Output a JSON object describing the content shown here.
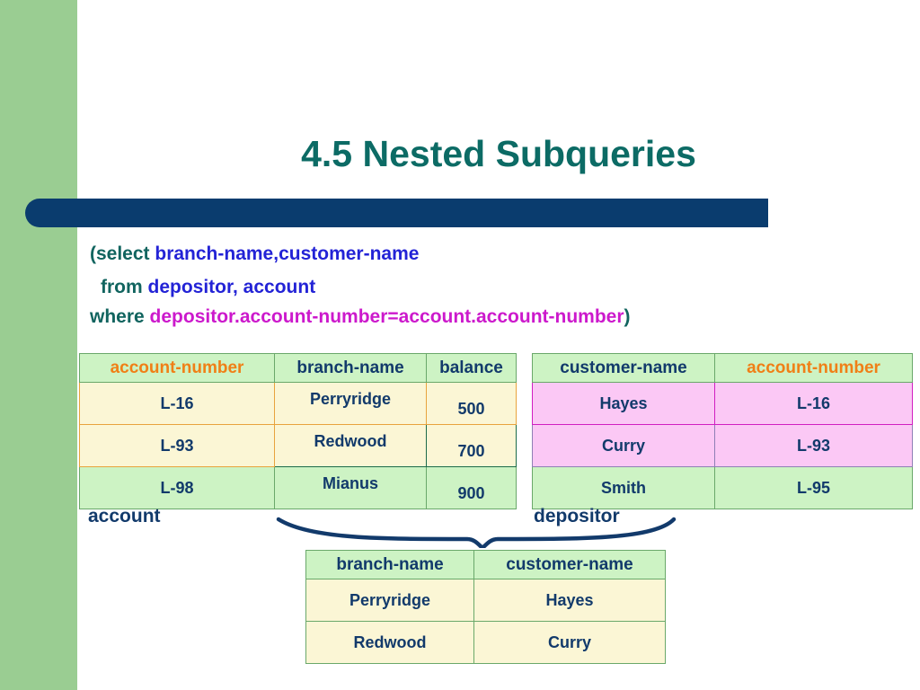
{
  "slide": {
    "title": "4.5 Nested Subqueries",
    "accent_green": "#9acd92",
    "accent_navy": "#0a3c6e",
    "title_color": "#0c6b65"
  },
  "query": {
    "line1": {
      "keyword": "(select",
      "attributes": "branch-name,customer-name"
    },
    "line2": {
      "keyword": "from",
      "attributes": "depositor, account"
    },
    "line3": {
      "keyword": "where",
      "condition": "depositor.account-number=account.account-number",
      "close_paren": ")"
    },
    "colors": {
      "keyword": "#11645f",
      "attribute": "#2323d6",
      "condition": "#cc19cc"
    }
  },
  "account_table": {
    "caption": "account",
    "headers": [
      "account-number",
      "branch-name",
      "balance"
    ],
    "highlight_header": "account-number",
    "rows": [
      {
        "account_number": "L-16",
        "branch_name": "Perryridge",
        "balance": "500",
        "highlight": true
      },
      {
        "account_number": "L-93",
        "branch_name": "Redwood",
        "balance": "700",
        "highlight": true
      },
      {
        "account_number": "L-98",
        "branch_name": "Mianus",
        "balance": "900",
        "highlight": false
      }
    ]
  },
  "depositor_table": {
    "caption": "depositor",
    "headers": [
      "customer-name",
      "account-number"
    ],
    "highlight_header": "account-number",
    "rows": [
      {
        "customer_name": "Hayes",
        "account_number": "L-16",
        "highlight": true
      },
      {
        "customer_name": "Curry",
        "account_number": "L-93",
        "highlight": true
      },
      {
        "customer_name": "Smith",
        "account_number": "L-95",
        "highlight": false
      }
    ]
  },
  "result_table": {
    "headers": [
      "branch-name",
      "customer-name"
    ],
    "rows": [
      {
        "branch_name": "Perryridge",
        "customer_name": "Hayes"
      },
      {
        "branch_name": "Redwood",
        "customer_name": "Curry"
      }
    ]
  }
}
